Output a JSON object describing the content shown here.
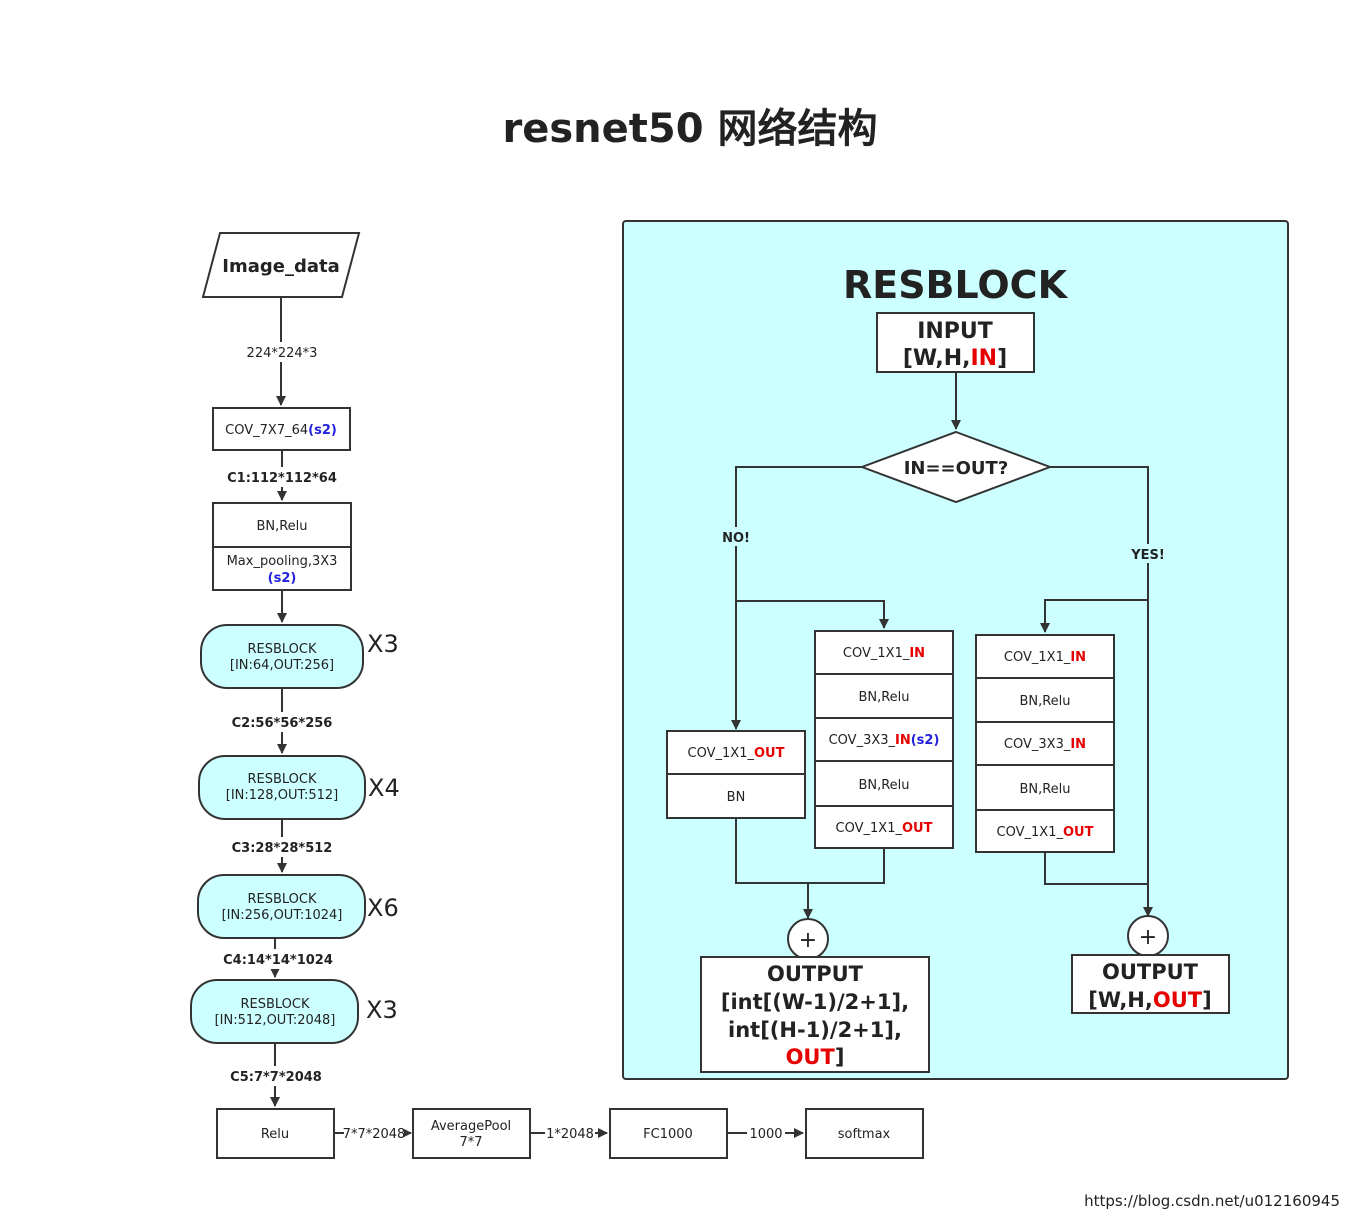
{
  "title": "resnet50 网络结构",
  "watermark": "https://blog.csdn.net/u012160945",
  "colors": {
    "block_fill": "#ccffff",
    "highlight_red": "#e60000",
    "highlight_blue": "#2222dd",
    "line": "#333333"
  },
  "left": {
    "input": "Image_data",
    "edge_input": "224*224*3",
    "conv1": {
      "text": "COV_7X7_64",
      "stride": "(s2)"
    },
    "c1": "C1:112*112*64",
    "bn_relu": "BN,Relu",
    "maxpool": {
      "text": "Max_pooling,3X3",
      "stride": "(s2)"
    },
    "stages": [
      {
        "name": "RESBLOCK",
        "params": "[IN:64,OUT:256]",
        "repeat": "X3",
        "out": "C2:56*56*256"
      },
      {
        "name": "RESBLOCK",
        "params": "[IN:128,OUT:512]",
        "repeat": "X4",
        "out": "C3:28*28*512"
      },
      {
        "name": "RESBLOCK",
        "params": "[IN:256,OUT:1024]",
        "repeat": "X6",
        "out": "C4:14*14*1024"
      },
      {
        "name": "RESBLOCK",
        "params": "[IN:512,OUT:2048]",
        "repeat": "X3",
        "out": "C5:7*7*2048"
      }
    ]
  },
  "bottom": {
    "nodes": [
      "Relu",
      "AveragePool",
      "7*7",
      "FC1000",
      "softmax"
    ],
    "edges": [
      "7*7*2048",
      "1*2048",
      "1000"
    ]
  },
  "resblock": {
    "title": "RESBLOCK",
    "input_line1": "INPUT",
    "input_line2_prefix": "[W,H,",
    "input_line2_hl": "IN",
    "input_line2_suffix": "]",
    "decision": "IN==OUT?",
    "no_label": "NO!",
    "yes_label": "YES!",
    "shortcut": {
      "conv": "COV_1X1_",
      "conv_hl": "OUT",
      "bn": "BN"
    },
    "left_branch": {
      "conv1": "COV_1X1_",
      "conv1_hl": "IN",
      "bn1": "BN,Relu",
      "conv2": "COV_3X3_",
      "conv2_hl": "IN",
      "conv2_stride": "(s2)",
      "bn2": "BN,Relu",
      "conv3": "COV_1X1_",
      "conv3_hl": "OUT"
    },
    "right_branch": {
      "conv1": "COV_1X1_",
      "conv1_hl": "IN",
      "bn1": "BN,Relu",
      "conv2": "COV_3X3_",
      "conv2_hl": "IN",
      "bn2": "BN,Relu",
      "conv3": "COV_1X1_",
      "conv3_hl": "OUT"
    },
    "plus": "+",
    "output_left": {
      "l1": "OUTPUT",
      "l2": "[int[(W-1)/2+1],",
      "l3": "int[(H-1)/2+1],",
      "l4_hl": "OUT",
      "l4_suffix": "]"
    },
    "output_right": {
      "l1": "OUTPUT",
      "l2_prefix": "[W,H,",
      "l2_hl": "OUT",
      "l2_suffix": "]"
    }
  }
}
